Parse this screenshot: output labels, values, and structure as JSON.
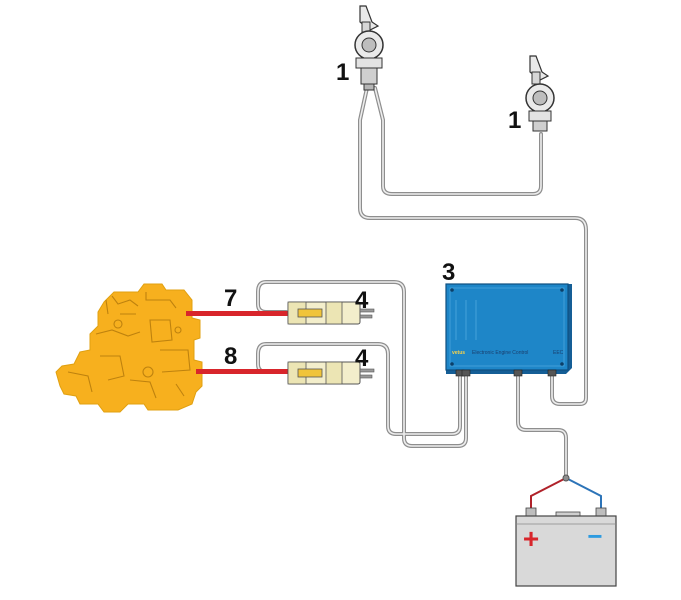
{
  "labels": {
    "lever_a": "1",
    "lever_b": "1",
    "control_unit": "3",
    "actuator_top": "4",
    "actuator_bottom": "4",
    "cable_top": "7",
    "cable_bottom": "8"
  },
  "control_unit": {
    "brand": "vetus",
    "caption": "Electronic Engine Control",
    "model": "EEC"
  },
  "battery": {
    "positive_symbol": "+",
    "negative_symbol": "−"
  },
  "colors": {
    "cable_gray": "#9a9a9a",
    "engine_orange": "#f7b01e",
    "control_unit_blue": "#1e86c8",
    "actuator_cream": "#f3eecb",
    "push_pull_red": "#d8252b",
    "battery_gray": "#d9d9d9"
  }
}
